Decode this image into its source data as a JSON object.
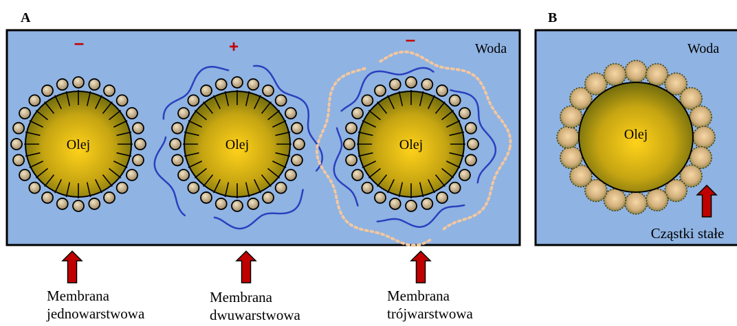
{
  "panel_a": {
    "letter": "A",
    "medium_label": "Woda",
    "droplets": [
      {
        "core_label": "Olej",
        "charge": "–",
        "caption_line1": "Membrana",
        "caption_line2": "jednowarstwowa"
      },
      {
        "core_label": "Olej",
        "charge": "+",
        "caption_line1": "Membrana",
        "caption_line2": "dwuwarstwowa"
      },
      {
        "core_label": "Olej",
        "charge": "–",
        "caption_line1": "Membrana",
        "caption_line2": "trójwarstwowa"
      }
    ]
  },
  "panel_b": {
    "letter": "B",
    "medium_label": "Woda",
    "core_label": "Olej",
    "particles_label": "Cząstki stałe"
  },
  "colors": {
    "water": "#8fb3e2",
    "oil_light": "#ffd21a",
    "oil_dark": "#5c5e0c",
    "head": "#c9b38c",
    "bilayer": "#2a3fbf",
    "trilayer": "#f2c7a0",
    "arrow": "#c00000",
    "charge": "#c00000"
  }
}
